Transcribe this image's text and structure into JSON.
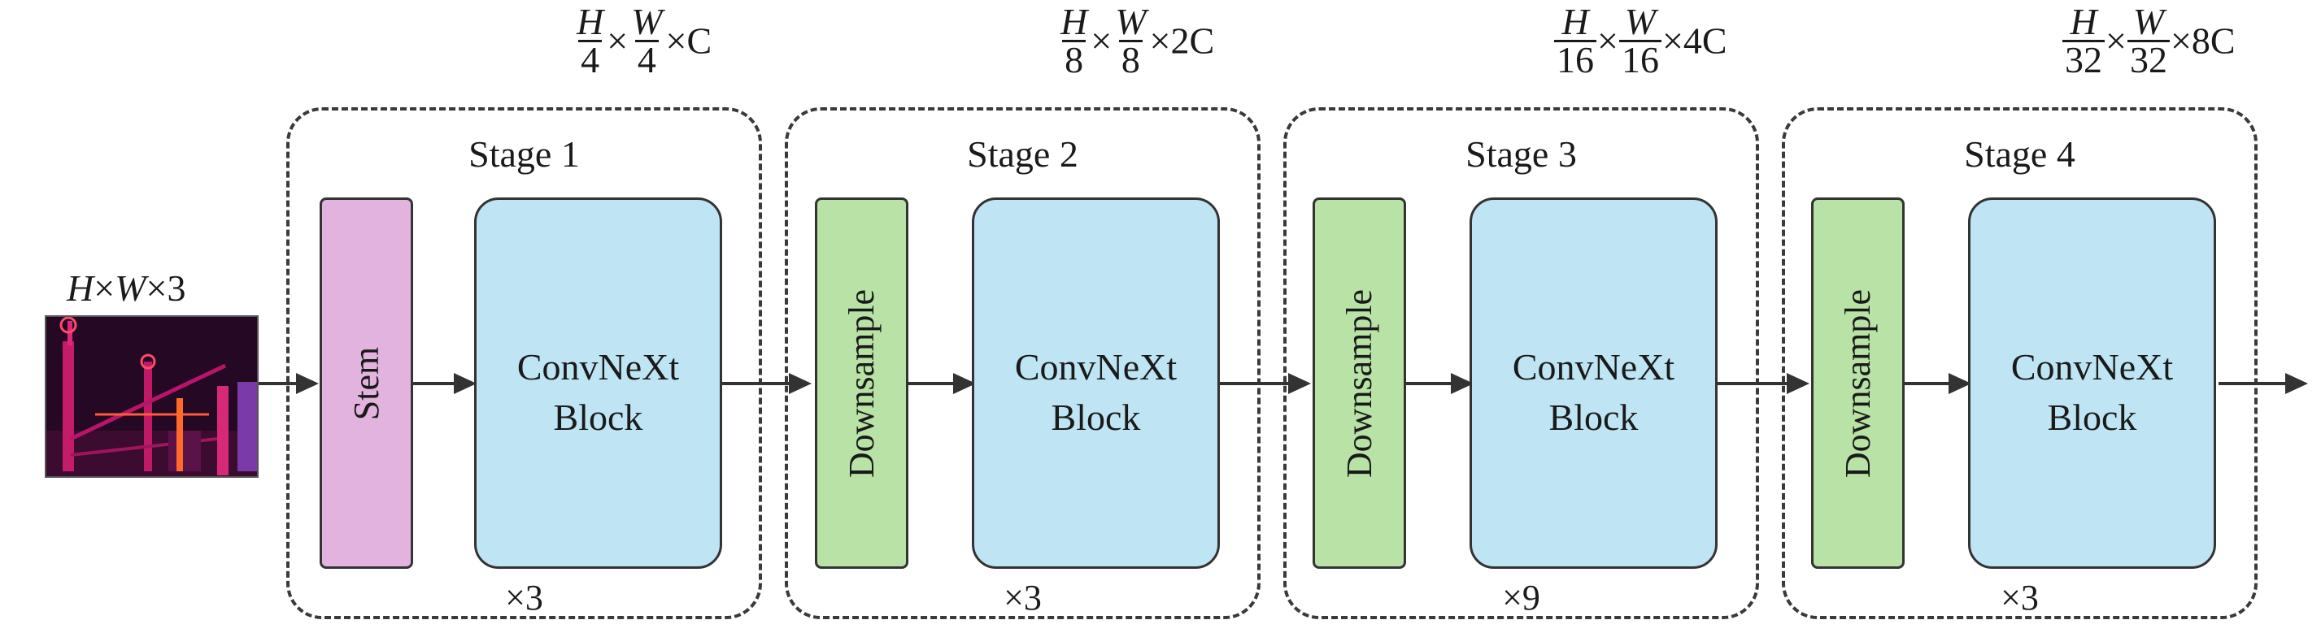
{
  "input": {
    "shape_label": "H×W×3",
    "shape_parts": {
      "h": "H",
      "x1": "×",
      "w": "W",
      "x2": "×3"
    }
  },
  "stages": [
    {
      "title": "Stage 1",
      "first_block": "Stem",
      "main_block_line1": "ConvNeXt",
      "main_block_line2": "Block",
      "repeat": "×3",
      "out_shape": {
        "h_num": "H",
        "h_den": "4",
        "w_num": "W",
        "w_den": "4",
        "channels": "×C"
      }
    },
    {
      "title": "Stage 2",
      "first_block": "Downsample",
      "main_block_line1": "ConvNeXt",
      "main_block_line2": "Block",
      "repeat": "×3",
      "out_shape": {
        "h_num": "H",
        "h_den": "8",
        "w_num": "W",
        "w_den": "8",
        "channels": "×2C"
      }
    },
    {
      "title": "Stage 3",
      "first_block": "Downsample",
      "main_block_line1": "ConvNeXt",
      "main_block_line2": "Block",
      "repeat": "×9",
      "out_shape": {
        "h_num": "H",
        "h_den": "16",
        "w_num": "W",
        "w_den": "16",
        "channels": "×4C"
      }
    },
    {
      "title": "Stage 4",
      "first_block": "Downsample",
      "main_block_line1": "ConvNeXt",
      "main_block_line2": "Block",
      "repeat": "×3",
      "out_shape": {
        "h_num": "H",
        "h_den": "32",
        "w_num": "W",
        "w_den": "32",
        "channels": "×8C"
      }
    }
  ],
  "colors": {
    "stem": "#e3b3df",
    "downsample": "#b8e2a6",
    "convnext_block": "#bfe4f3",
    "stage_border": "#3a3a3a"
  }
}
